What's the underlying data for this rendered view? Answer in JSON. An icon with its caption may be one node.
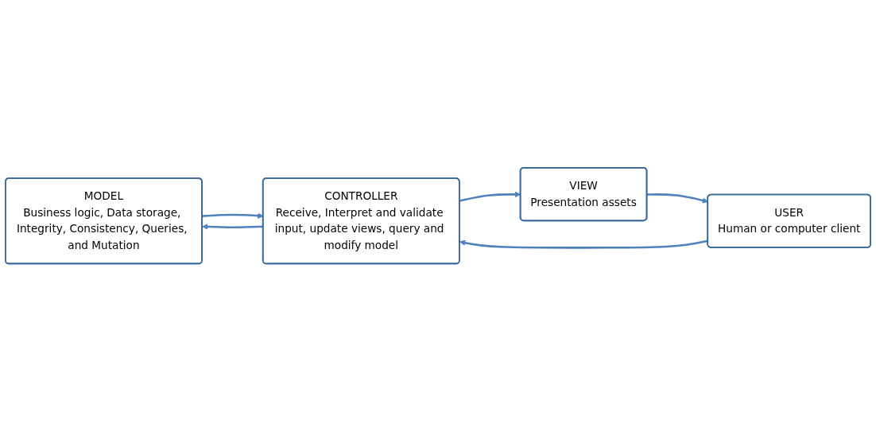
{
  "diagram": {
    "nodes": [
      {
        "text": [
          "MODEL",
          "Business logic, Data storage, Integrity, Consistency, Queries, and Mutation"
        ]
      },
      {
        "text": [
          "CONTROLLER",
          "Receive, Interpret and validate input, update views, query and modify model"
        ]
      },
      {
        "text": [
          "VIEW",
          "Presentation assets"
        ]
      },
      {
        "text": [
          "USER",
          "Human or computer client"
        ]
      }
    ],
    "edges": [
      {
        "from": 0,
        "to": 1,
        "arrow": "to"
      },
      {
        "from": 1,
        "to": 0,
        "arrow": "to"
      },
      {
        "from": 1,
        "to": 2,
        "arrow": "to"
      },
      {
        "from": 2,
        "to": 3,
        "arrow": "to"
      },
      {
        "from": 3,
        "to": 1,
        "arrow": "to"
      }
    ]
  }
}
